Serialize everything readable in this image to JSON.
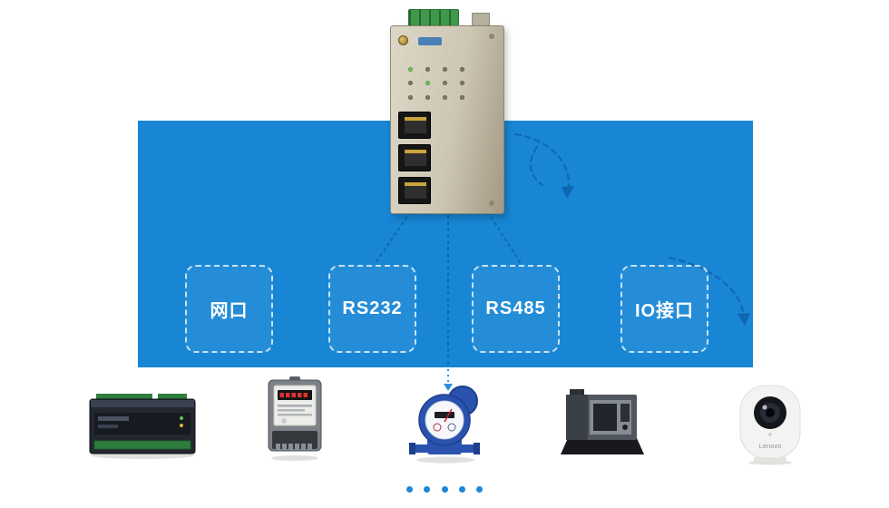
{
  "interfaces": [
    {
      "id": "lan",
      "label": "网口"
    },
    {
      "id": "rs232",
      "label": "RS232"
    },
    {
      "id": "rs485",
      "label": "RS485"
    },
    {
      "id": "io",
      "label": "IO接口"
    }
  ],
  "router": {
    "name": "industrial-router"
  },
  "devices": [
    {
      "id": "plc",
      "name": "plc-controller"
    },
    {
      "id": "energy-meter",
      "name": "electric-energy-meter"
    },
    {
      "id": "water-meter",
      "name": "smart-water-meter"
    },
    {
      "id": "cnc",
      "name": "cnc-machine"
    },
    {
      "id": "camera",
      "name": "ip-camera",
      "brand_label": "Lenovo"
    }
  ],
  "colors": {
    "band_blue": "#1886d5",
    "line_blue": "#0d67ae",
    "arrow_blue": "#2f8fd8",
    "meter_blue": "#2a52ae"
  },
  "footer": {
    "carousel_dot_count": 5
  }
}
